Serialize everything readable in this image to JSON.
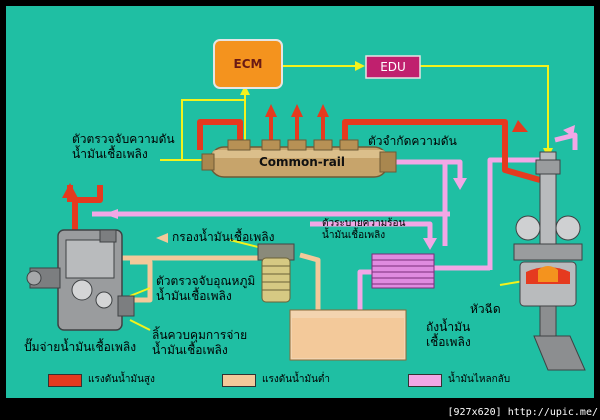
{
  "colors": {
    "panel_bg": "#1fbfa3",
    "high_pressure": "#e53a1f",
    "low_pressure": "#f3c99a",
    "return": "#f2a7e6",
    "signal": "#f4f21c",
    "ecm_fill": "#f4931e",
    "edu_fill": "#c0206e"
  },
  "boxes": {
    "ecm": "ECM",
    "edu": "EDU",
    "rail": "Common-rail"
  },
  "labels": {
    "rail_pressure_sensor": [
      "ตัวตรวจจับความดัน",
      "น้ำมันเชื้อเพลิง"
    ],
    "pressure_limiter": "ตัวจำกัดความดัน",
    "fuel_filter": "กรองน้ำมันเชื้อเพลิง",
    "fuel_cooler": [
      "ตัวระบายความร้อน",
      "น้ำมันเชื้อเพลิง"
    ],
    "temp_sensor": [
      "ตัวตรวจจับอุณหภูมิ",
      "น้ำมันเชื้อเพลิง"
    ],
    "scv": [
      "ลิ้นควบคุมการจ่าย",
      "น้ำมันเชื้อเพลิง"
    ],
    "pump": "ปั๊มจ่ายน้ำมันเชื้อเพลิง",
    "fuel_tank": [
      "ถังน้ำมัน",
      "เชื้อเพลิง"
    ],
    "injector": "หัวฉีด"
  },
  "legend": [
    {
      "label": "แรงดันน้ำมันสูง",
      "color": "#e53a1f"
    },
    {
      "label": "แรงดันน้ำมันต่ำ",
      "color": "#f3c99a"
    },
    {
      "label": "น้ำมันไหลกลับ",
      "color": "#f2a7e6"
    }
  ],
  "watermark": "[927x620] http://upic.me/"
}
